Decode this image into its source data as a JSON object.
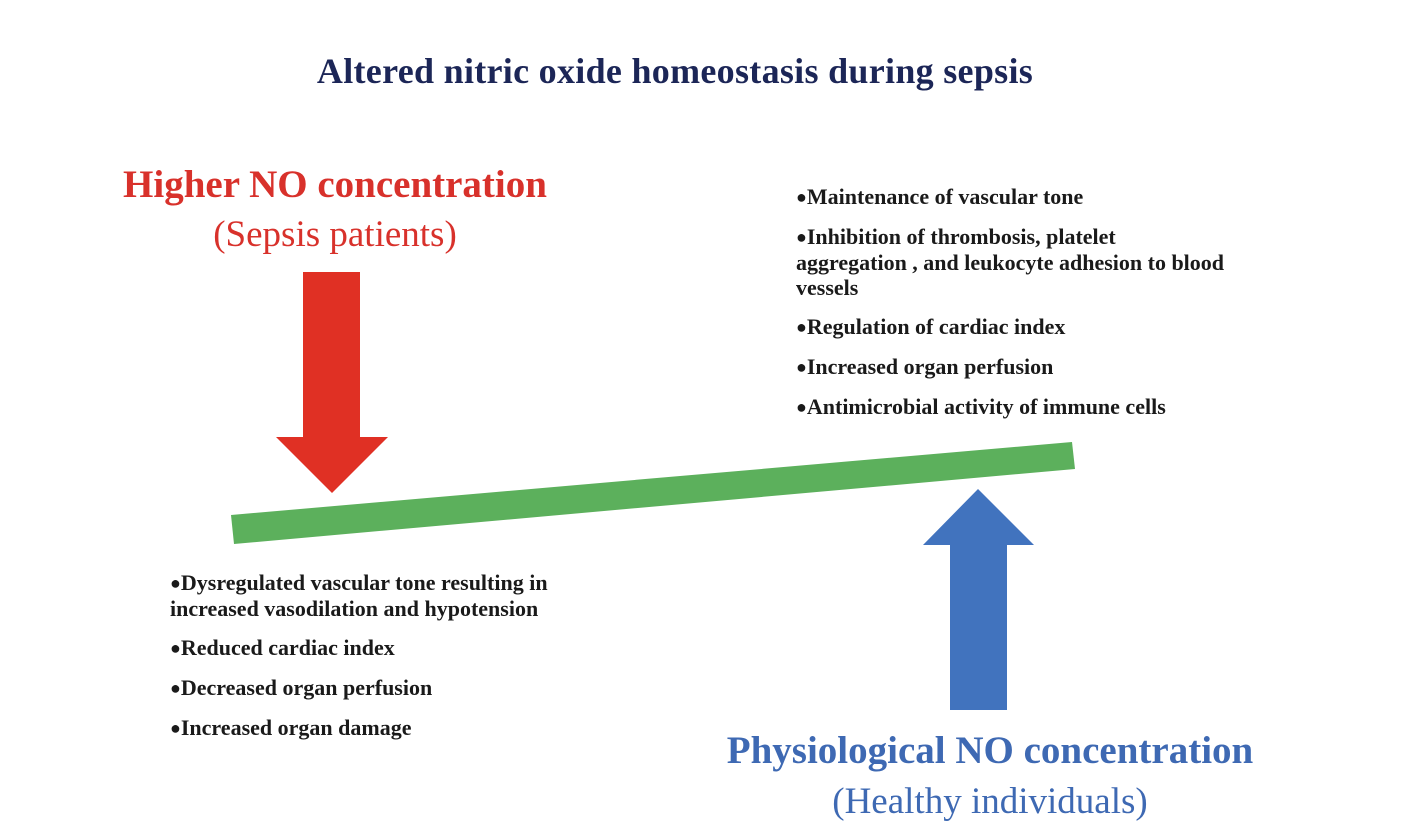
{
  "title": "Altered nitric oxide homeostasis during sepsis",
  "higher_no": {
    "heading": "Higher NO concentration",
    "subheading": "(Sepsis patients)",
    "arrow_color": "#e03024",
    "text_color": "#d8312b"
  },
  "physiological_no": {
    "heading": "Physiological NO concentration",
    "subheading": "(Healthy individuals)",
    "arrow_color": "#4173be",
    "text_color": "#3e69b3"
  },
  "balance_beam": {
    "color": "#5cb05c"
  },
  "physiological_effects": {
    "bullet": "●",
    "items": [
      "Maintenance of vascular tone",
      "Inhibition of thrombosis, platelet aggregation , and leukocyte adhesion to blood vessels",
      "Regulation of cardiac index",
      "Increased organ perfusion",
      "Antimicrobial activity of immune cells"
    ]
  },
  "sepsis_effects": {
    "bullet": "●",
    "items": [
      "Dysregulated vascular tone resulting in increased vasodilation and hypotension",
      "Reduced cardiac index",
      "Decreased organ perfusion",
      "Increased organ damage"
    ]
  }
}
